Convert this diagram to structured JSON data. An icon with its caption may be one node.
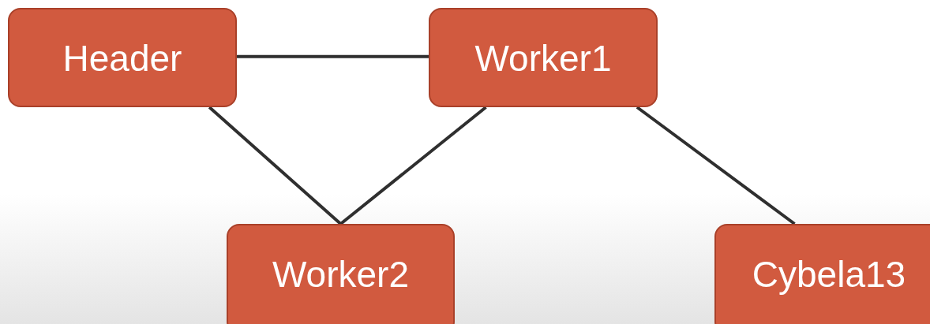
{
  "diagram": {
    "nodes": [
      {
        "text": [
          "Header"
        ]
      },
      {
        "text": [
          "Worker1"
        ]
      },
      {
        "text": [
          "Worker2"
        ]
      },
      {
        "text": [
          "Cybela13"
        ]
      }
    ],
    "edges": [
      {
        "from": 0,
        "to": 1,
        "arrow": "none"
      },
      {
        "from": 0,
        "to": 2,
        "arrow": "none"
      },
      {
        "from": 1,
        "to": 2,
        "arrow": "none"
      },
      {
        "from": 1,
        "to": 3,
        "arrow": "none"
      }
    ]
  }
}
